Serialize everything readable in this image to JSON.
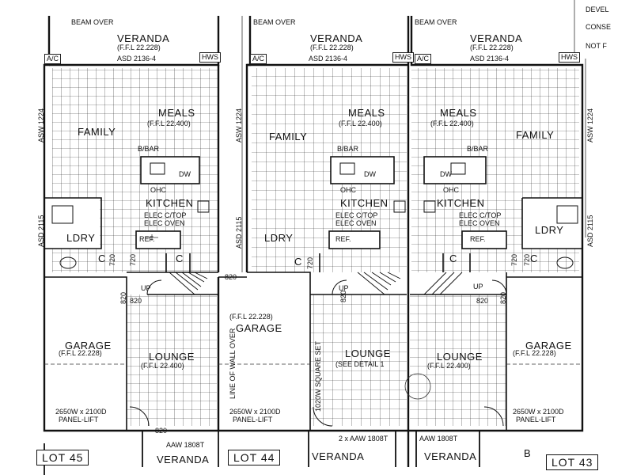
{
  "colors": {
    "line": "#111111",
    "grid": "#2a2a2a",
    "paper": "#ffffff"
  },
  "left_unit": {
    "beam": "BEAM OVER",
    "veranda": "VERANDA",
    "veranda_ffl": "(F.F.L 22.228)",
    "asd_top": "ASD 2136-4",
    "ac": "A/C",
    "hws": "HWS",
    "meals": "MEALS",
    "meals_ffl": "(F.F.L 22.400)",
    "family": "FAMILY",
    "asw_side": "ASW 1224",
    "bbar": "B/BAR",
    "dw": "DW",
    "ohc": "OHC",
    "kitchen": "KITCHEN",
    "elec_top": "ELEC C/TOP",
    "elec_oven": "ELEC OVEN",
    "ref": "REF.",
    "asd_side": "ASD 2115",
    "ldry": "LDRY",
    "c1": "C",
    "c2": "C",
    "d720a": "720",
    "d720b": "720",
    "up": "UP",
    "d820a": "820",
    "d820b": "820",
    "d820c": "820",
    "d820d": "820",
    "garage": "GARAGE",
    "garage_ffl": "(F.F.L 22.228)",
    "lounge": "LOUNGE",
    "lounge_ffl": "(F.F.L 22.400)",
    "panel_size": "2650W x 2100D",
    "panel_lift": "PANEL-LIFT",
    "aaw": "AAW 1808T",
    "veranda_bottom": "VERANDA",
    "lot": "LOT 45"
  },
  "mid_unit": {
    "beam": "BEAM OVER",
    "veranda": "VERANDA",
    "veranda_ffl": "(F.F.L 22.228)",
    "asd_top": "ASD 2136-4",
    "ac": "A/C",
    "hws": "HWS",
    "meals": "MEALS",
    "meals_ffl": "(F.F.L 22.400)",
    "family": "FAMILY",
    "asw_side": "ASW 1224",
    "bbar": "B/BAR",
    "dw": "DW",
    "ohc": "OHC",
    "kitchen": "KITCHEN",
    "elec_top": "ELEC C/TOP",
    "elec_oven": "ELEC OVEN",
    "ref": "REF.",
    "asd_side": "ASD 2115",
    "ldry": "LDRY",
    "c1": "C",
    "d720": "720",
    "up": "UP",
    "d820": "820",
    "garage": "GARAGE",
    "garage_ffl": "(F.F.L 22.228)",
    "wall_note": "LINE OF WALL OVER",
    "stair_note": "1020W SQUARE SET",
    "lounge": "LOUNGE",
    "lounge_note": "(SEE DETAIL 1",
    "panel_size": "2650W x 2100D",
    "panel_lift": "PANEL-LIFT",
    "aaw": "2 x AAW 1808T",
    "veranda_bottom": "VERANDA",
    "lot": "LOT 44"
  },
  "right_unit": {
    "beam": "BEAM OVER",
    "veranda": "VERANDA",
    "veranda_ffl": "(F.F.L 22.228)",
    "asd_top": "ASD 2136-4",
    "ac": "A/C",
    "hws": "HWS",
    "meals": "MEALS",
    "meals_ffl": "(F.F.L 22.400)",
    "family": "FAMILY",
    "asw_side": "ASW 1224",
    "bbar": "B/BAR",
    "dw": "DW",
    "ohc": "OHC",
    "kitchen": "KITCHEN",
    "elec_top": "ELEC C/TOP",
    "elec_oven": "ELEC OVEN",
    "ref": "REF.",
    "asd_side": "ASD 2115",
    "ldry": "LDRY",
    "c1": "C",
    "c2": "C",
    "d720a": "720",
    "d720b": "720",
    "up": "UP",
    "d820a": "820",
    "d820b": "820",
    "garage": "GARAGE",
    "garage_ffl": "(F.F.L 22.228)",
    "lounge": "LOUNGE",
    "lounge_ffl": "(F.F.L 22.400)",
    "panel_size": "2650W x 2100D",
    "panel_lift": "PANEL-LIFT",
    "aaw": "AAW 1808T",
    "veranda_bottom": "VERANDA",
    "lot": "LOT 43",
    "section_mark": "B"
  },
  "corner_notes": [
    "DEVEL",
    "CONSE",
    "NOT F"
  ]
}
